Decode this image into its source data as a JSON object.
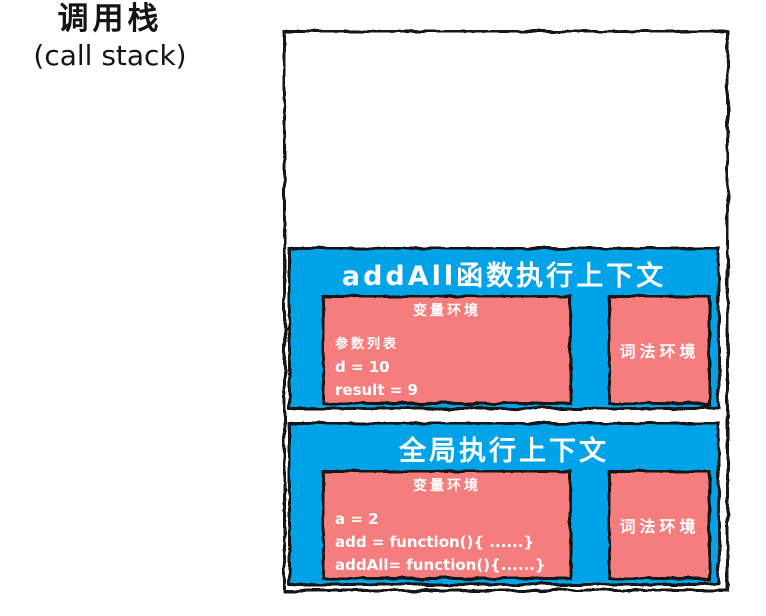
{
  "colors": {
    "context_blue": "#00A2E8",
    "environment_red": "#F67D7D",
    "border_black": "#151515",
    "text_white": "#ffffff",
    "text_black": "#141414",
    "background": "#ffffff"
  },
  "label": {
    "line1": "调用栈",
    "line2": "(call stack)"
  },
  "call_stack": {
    "frames": [
      {
        "id": "addall",
        "title": "addAll函数执行上下文",
        "variable_env": {
          "title": "变量环境",
          "lines": [
            "参数列表",
            "d = 10",
            "result = 9"
          ]
        },
        "lexical_env": {
          "title": "词法环境"
        }
      },
      {
        "id": "global",
        "title": "全局执行上下文",
        "variable_env": {
          "title": "变量环境",
          "lines": [
            "a = 2",
            "add = function(){ ......}",
            "addAll= function(){......}"
          ]
        },
        "lexical_env": {
          "title": "词法环境"
        }
      }
    ]
  }
}
